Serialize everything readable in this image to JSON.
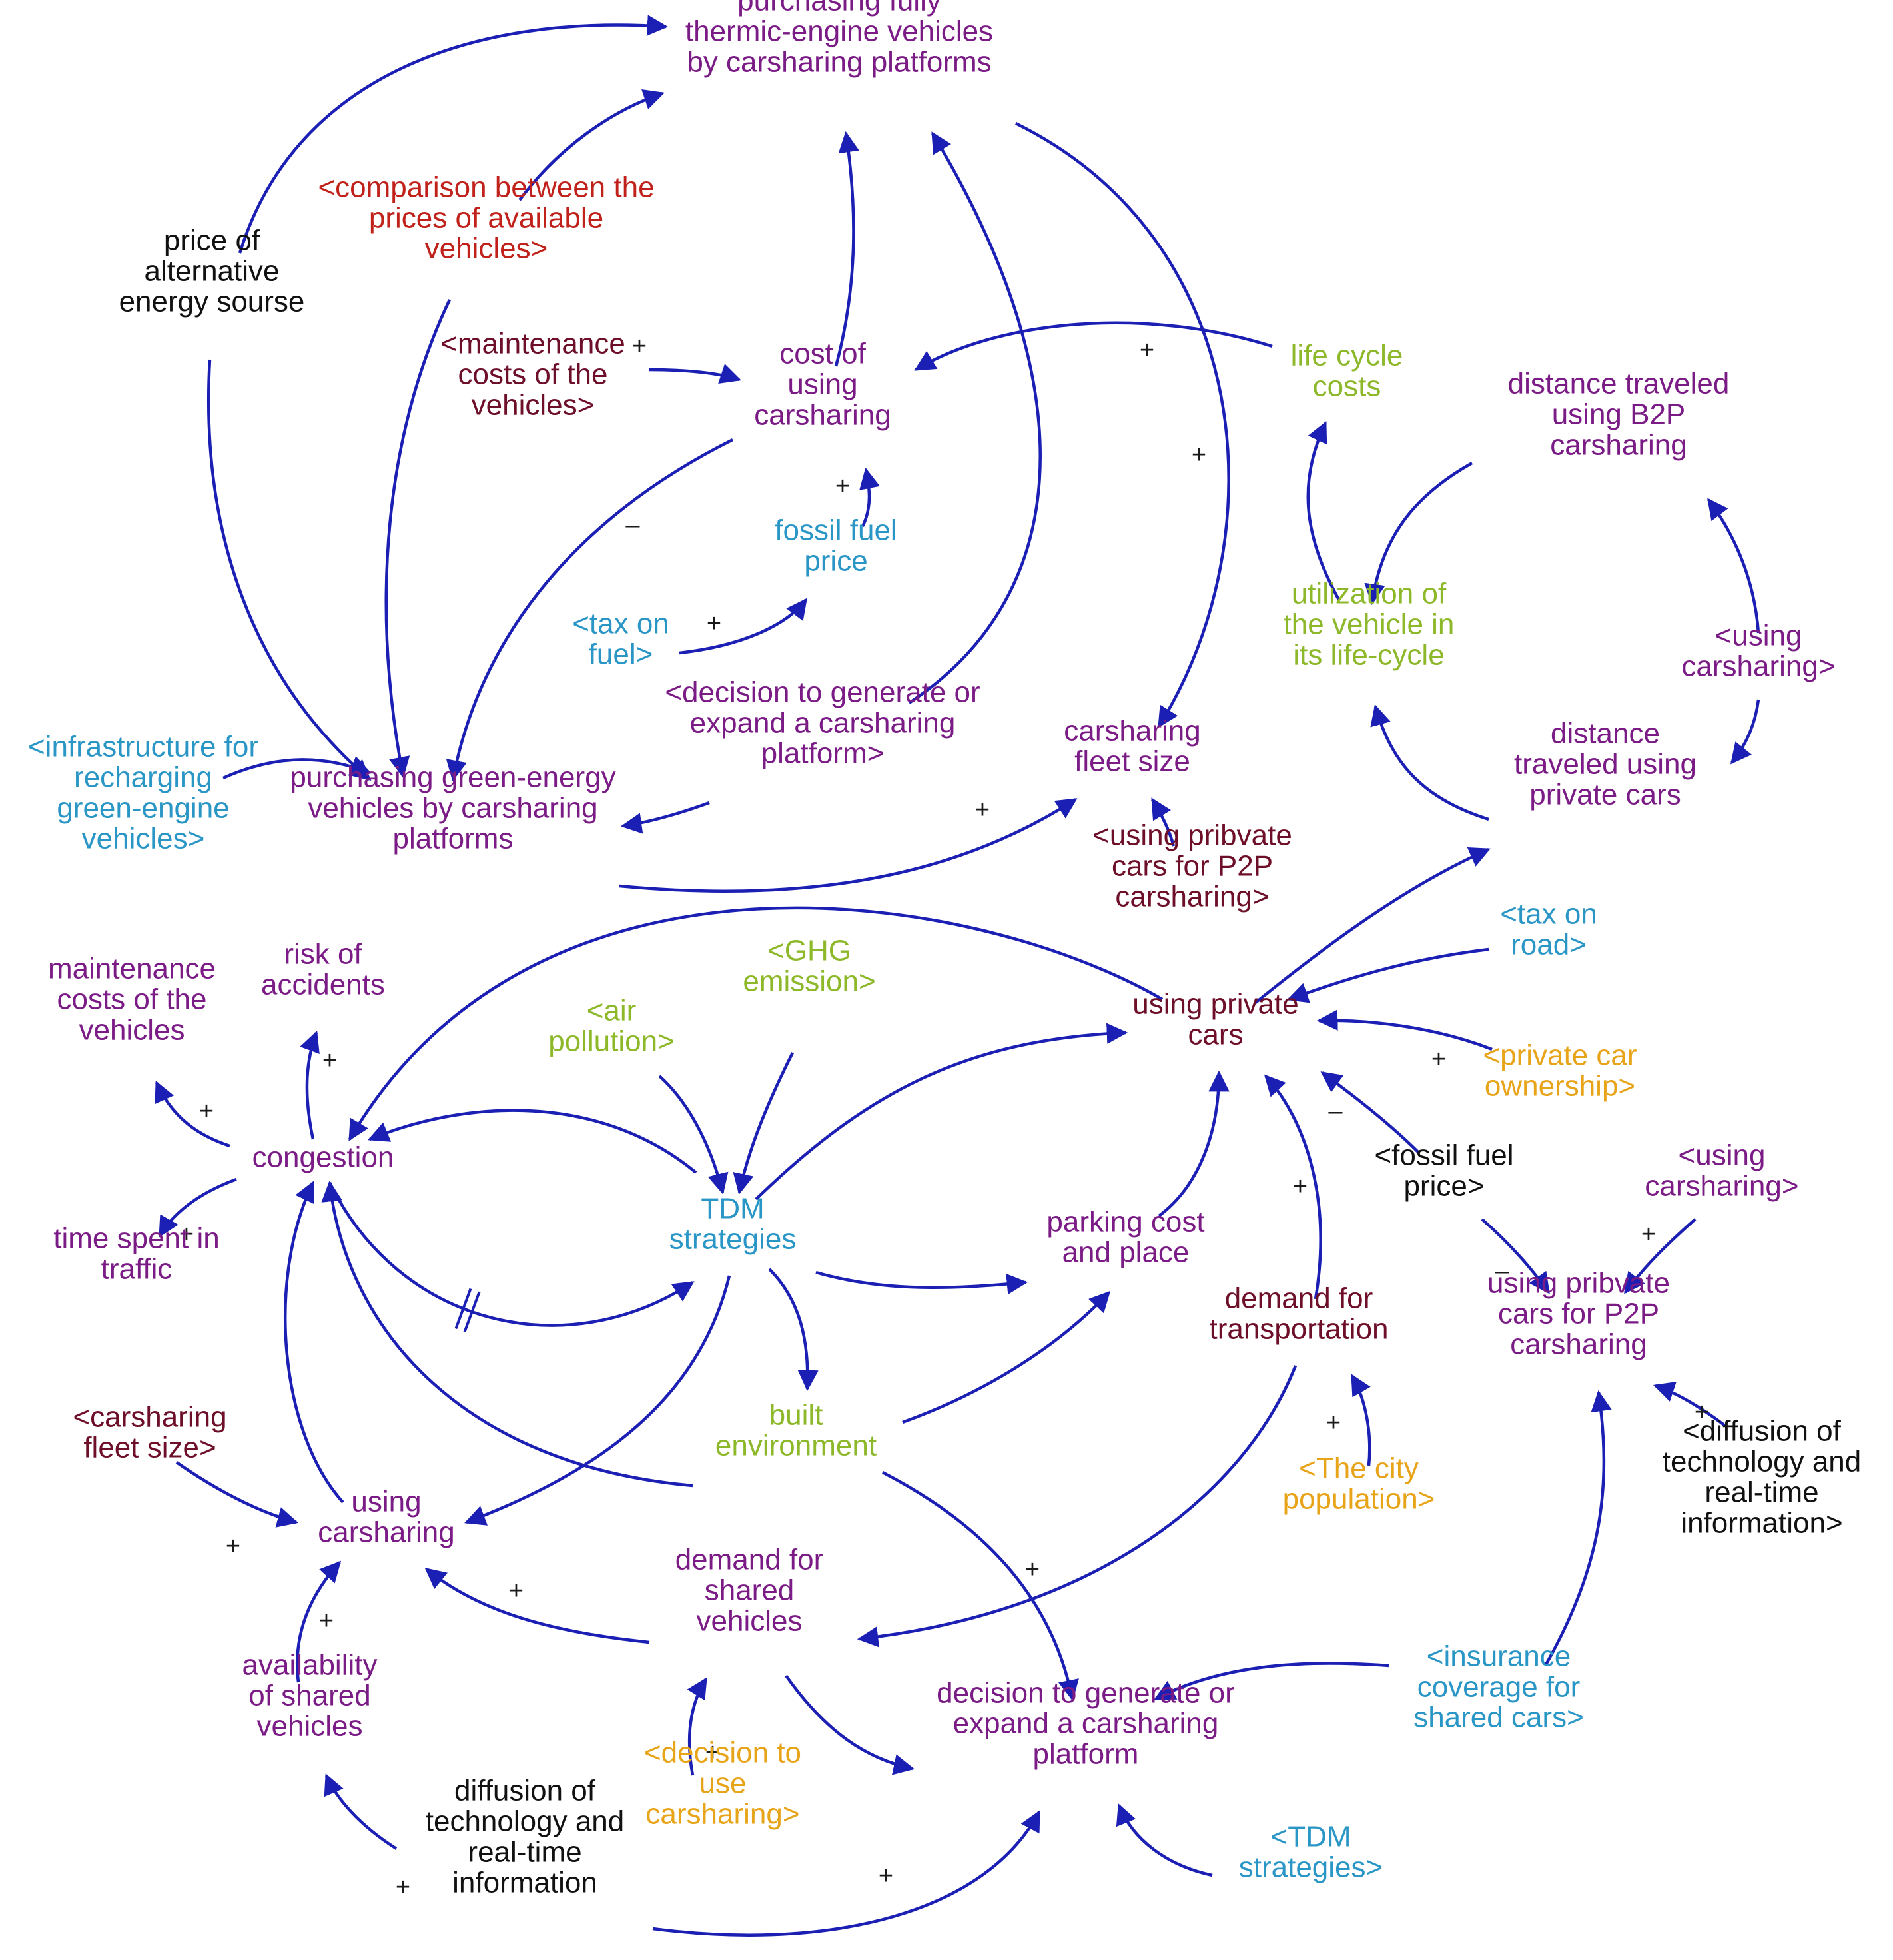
{
  "colors": {
    "arrow": "#1c1fb3",
    "purple": "#7b1c86",
    "maroon": "#6e0f2a",
    "red": "#c0221b",
    "black": "#111111",
    "green": "#8db82a",
    "cyan": "#2a96c6",
    "orange": "#e8a418"
  },
  "nodes": {
    "purchasing_thermic": {
      "lines": [
        "purchasing fully",
        "thermic-engine vehicles",
        "by carsharing platforms"
      ],
      "color": "purple"
    },
    "comparison_prices": {
      "lines": [
        "<comparison between the",
        "prices of available",
        "vehicles>"
      ],
      "color": "red"
    },
    "price_alt_energy": {
      "lines": [
        "price of",
        "alternative",
        "energy sourse"
      ],
      "color": "black"
    },
    "maint_costs_shadow": {
      "lines": [
        "<maintenance",
        "costs of the",
        "vehicles>"
      ],
      "color": "maroon"
    },
    "cost_using_cs": {
      "lines": [
        "cost of",
        "using",
        "carsharing"
      ],
      "color": "purple"
    },
    "life_cycle_costs": {
      "lines": [
        "life cycle",
        "costs"
      ],
      "color": "green"
    },
    "dist_b2p": {
      "lines": [
        "distance traveled",
        "using B2P",
        "carsharing"
      ],
      "color": "purple"
    },
    "fossil_fuel_price": {
      "lines": [
        "fossil fuel",
        "price"
      ],
      "color": "cyan"
    },
    "tax_fuel": {
      "lines": [
        "<tax on",
        "fuel>"
      ],
      "color": "cyan"
    },
    "utilization": {
      "lines": [
        "utilization of",
        "the vehicle in",
        "its life-cycle"
      ],
      "color": "green"
    },
    "using_cs_shadow_right": {
      "lines": [
        "<using",
        "carsharing>"
      ],
      "color": "purple"
    },
    "decision_shadow": {
      "lines": [
        "<decision to generate or",
        "expand a carsharing",
        "platform>"
      ],
      "color": "purple"
    },
    "cs_fleet_size": {
      "lines": [
        "carsharing",
        "fleet size"
      ],
      "color": "purple"
    },
    "dist_private": {
      "lines": [
        "distance",
        "traveled using",
        "private cars"
      ],
      "color": "purple"
    },
    "infrastructure": {
      "lines": [
        "<infrastructure for",
        "recharging",
        "green-engine",
        "vehicles>"
      ],
      "color": "cyan"
    },
    "purchasing_green": {
      "lines": [
        "purchasing green-energy",
        "vehicles by carsharing",
        "platforms"
      ],
      "color": "purple"
    },
    "p2p_shadow": {
      "lines": [
        "<using pribvate",
        "cars for P2P",
        "carsharing>"
      ],
      "color": "maroon"
    },
    "tax_road": {
      "lines": [
        "<tax on",
        "road>"
      ],
      "color": "cyan"
    },
    "maint_costs": {
      "lines": [
        "maintenance",
        "costs of the",
        "vehicles"
      ],
      "color": "purple"
    },
    "risk_accidents": {
      "lines": [
        "risk of",
        "accidents"
      ],
      "color": "purple"
    },
    "ghg": {
      "lines": [
        "<GHG",
        "emission>"
      ],
      "color": "green"
    },
    "air_pollution": {
      "lines": [
        "<air",
        "pollution>"
      ],
      "color": "green"
    },
    "using_private": {
      "lines": [
        "using private",
        "cars"
      ],
      "color": "maroon"
    },
    "private_ownership": {
      "lines": [
        "<private car",
        "ownership>"
      ],
      "color": "orange"
    },
    "congestion": {
      "lines": [
        "congestion"
      ],
      "color": "purple"
    },
    "tdm": {
      "lines": [
        "TDM",
        "strategies"
      ],
      "color": "cyan"
    },
    "fossil_shadow": {
      "lines": [
        "<fossil fuel",
        "price>"
      ],
      "color": "black"
    },
    "using_cs_shadow_mid": {
      "lines": [
        "<using",
        "carsharing>"
      ],
      "color": "purple"
    },
    "time_traffic": {
      "lines": [
        "time spent in",
        "traffic"
      ],
      "color": "purple"
    },
    "parking": {
      "lines": [
        "parking cost",
        "and place"
      ],
      "color": "purple"
    },
    "demand_transport": {
      "lines": [
        "demand for",
        "transportation"
      ],
      "color": "maroon"
    },
    "p2p": {
      "lines": [
        "using pribvate",
        "cars for P2P",
        "carsharing"
      ],
      "color": "purple"
    },
    "built_env": {
      "lines": [
        "built",
        "environment"
      ],
      "color": "green"
    },
    "fleet_shadow": {
      "lines": [
        "<carsharing",
        "fleet size>"
      ],
      "color": "maroon"
    },
    "using_cs": {
      "lines": [
        "using",
        "carsharing"
      ],
      "color": "purple"
    },
    "city_population": {
      "lines": [
        "<The city",
        "population>"
      ],
      "color": "orange"
    },
    "diffusion_shadow": {
      "lines": [
        "<diffusion of",
        "technology and",
        "real-time",
        "information>"
      ],
      "color": "black"
    },
    "demand_shared": {
      "lines": [
        "demand for",
        "shared",
        "vehicles"
      ],
      "color": "purple"
    },
    "availability": {
      "lines": [
        "availability",
        "of shared",
        "vehicles"
      ],
      "color": "purple"
    },
    "insurance": {
      "lines": [
        "<insurance",
        "coverage for",
        "shared cars>"
      ],
      "color": "cyan"
    },
    "decision": {
      "lines": [
        "decision to generate or",
        "expand a carsharing",
        "platform"
      ],
      "color": "purple"
    },
    "decision_use_shadow": {
      "lines": [
        "<decision to",
        "use",
        "carsharing>"
      ],
      "color": "orange"
    },
    "tdm_shadow": {
      "lines": [
        "<TDM",
        "strategies>"
      ],
      "color": "cyan"
    },
    "diffusion": {
      "lines": [
        "diffusion of",
        "technology and",
        "real-time",
        "information"
      ],
      "color": "black"
    }
  },
  "links": [
    {
      "from": "price_alt_energy",
      "to": "purchasing_thermic",
      "polarity": ""
    },
    {
      "from": "price_alt_energy",
      "to": "purchasing_green",
      "polarity": ""
    },
    {
      "from": "comparison_prices",
      "to": "purchasing_thermic",
      "polarity": ""
    },
    {
      "from": "comparison_prices",
      "to": "purchasing_green",
      "polarity": ""
    },
    {
      "from": "maint_costs_shadow",
      "to": "cost_using_cs",
      "polarity": "+"
    },
    {
      "from": "life_cycle_costs",
      "to": "cost_using_cs",
      "polarity": "+"
    },
    {
      "from": "cost_using_cs",
      "to": "purchasing_thermic",
      "polarity": ""
    },
    {
      "from": "cost_using_cs",
      "to": "purchasing_green",
      "polarity": "–"
    },
    {
      "from": "fossil_fuel_price",
      "to": "cost_using_cs",
      "polarity": "+"
    },
    {
      "from": "tax_fuel",
      "to": "fossil_fuel_price",
      "polarity": "+"
    },
    {
      "from": "decision_shadow",
      "to": "purchasing_thermic",
      "polarity": ""
    },
    {
      "from": "decision_shadow",
      "to": "purchasing_green",
      "polarity": ""
    },
    {
      "from": "purchasing_thermic",
      "to": "cs_fleet_size",
      "polarity": "+"
    },
    {
      "from": "purchasing_green",
      "to": "cs_fleet_size",
      "polarity": "+"
    },
    {
      "from": "infrastructure",
      "to": "purchasing_green",
      "polarity": ""
    },
    {
      "from": "p2p_shadow",
      "to": "cs_fleet_size",
      "polarity": ""
    },
    {
      "from": "utilization",
      "to": "life_cycle_costs",
      "polarity": ""
    },
    {
      "from": "dist_b2p",
      "to": "utilization",
      "polarity": ""
    },
    {
      "from": "dist_private",
      "to": "utilization",
      "polarity": ""
    },
    {
      "from": "using_cs_shadow_right",
      "to": "dist_b2p",
      "polarity": ""
    },
    {
      "from": "using_cs_shadow_right",
      "to": "dist_private",
      "polarity": ""
    },
    {
      "from": "using_private",
      "to": "dist_private",
      "polarity": ""
    },
    {
      "from": "tax_road",
      "to": "using_private",
      "polarity": ""
    },
    {
      "from": "private_ownership",
      "to": "using_private",
      "polarity": "+"
    },
    {
      "from": "fossil_shadow",
      "to": "using_private",
      "polarity": "–"
    },
    {
      "from": "fossil_shadow",
      "to": "p2p",
      "polarity": "–"
    },
    {
      "from": "using_cs_shadow_mid",
      "to": "p2p",
      "polarity": "+"
    },
    {
      "from": "diffusion_shadow",
      "to": "p2p",
      "polarity": "+"
    },
    {
      "from": "insurance",
      "to": "p2p",
      "polarity": ""
    },
    {
      "from": "insurance",
      "to": "decision",
      "polarity": ""
    },
    {
      "from": "using_private",
      "to": "congestion",
      "polarity": ""
    },
    {
      "from": "congestion",
      "to": "maint_costs",
      "polarity": "+"
    },
    {
      "from": "congestion",
      "to": "risk_accidents",
      "polarity": "+"
    },
    {
      "from": "congestion",
      "to": "time_traffic",
      "polarity": "+"
    },
    {
      "from": "congestion",
      "to": "tdm",
      "polarity": "delay"
    },
    {
      "from": "tdm",
      "to": "congestion",
      "polarity": ""
    },
    {
      "from": "ghg",
      "to": "tdm",
      "polarity": ""
    },
    {
      "from": "air_pollution",
      "to": "tdm",
      "polarity": ""
    },
    {
      "from": "tdm",
      "to": "using_private",
      "polarity": ""
    },
    {
      "from": "tdm",
      "to": "parking",
      "polarity": ""
    },
    {
      "from": "tdm",
      "to": "built_env",
      "polarity": ""
    },
    {
      "from": "tdm",
      "to": "using_cs",
      "polarity": ""
    },
    {
      "from": "parking",
      "to": "using_private",
      "polarity": ""
    },
    {
      "from": "demand_transport",
      "to": "using_private",
      "polarity": "+"
    },
    {
      "from": "demand_transport",
      "to": "demand_shared",
      "polarity": "+"
    },
    {
      "from": "city_population",
      "to": "demand_transport",
      "polarity": "+"
    },
    {
      "from": "built_env",
      "to": "parking",
      "polarity": ""
    },
    {
      "from": "built_env",
      "to": "congestion",
      "polarity": ""
    },
    {
      "from": "built_env",
      "to": "decision",
      "polarity": ""
    },
    {
      "from": "using_cs",
      "to": "congestion",
      "polarity": ""
    },
    {
      "from": "fleet_shadow",
      "to": "using_cs",
      "polarity": "+"
    },
    {
      "from": "availability",
      "to": "using_cs",
      "polarity": "+"
    },
    {
      "from": "demand_shared",
      "to": "using_cs",
      "polarity": "+"
    },
    {
      "from": "demand_shared",
      "to": "decision",
      "polarity": ""
    },
    {
      "from": "decision_use_shadow",
      "to": "demand_shared",
      "polarity": "+"
    },
    {
      "from": "diffusion",
      "to": "availability",
      "polarity": "+"
    },
    {
      "from": "diffusion",
      "to": "decision",
      "polarity": "+"
    },
    {
      "from": "tdm_shadow",
      "to": "decision",
      "polarity": ""
    }
  ]
}
